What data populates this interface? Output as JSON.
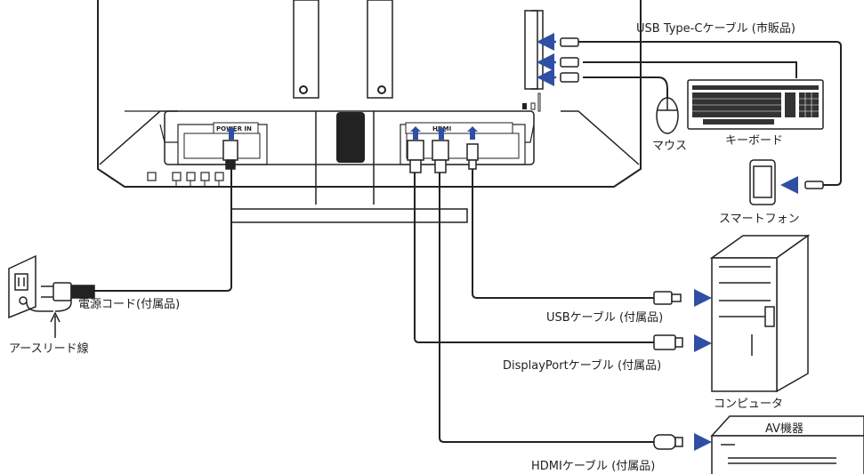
{
  "labels": {
    "usb_type_c_cable": "USB Type-Cケーブル (市販品)",
    "mouse": "マウス",
    "keyboard": "キーボード",
    "smartphone": "スマートフォン",
    "power_cord": "電源コード(付属品)",
    "earth_lead": "アースリード線",
    "usb_cable": "USBケーブル (付属品)",
    "displayport_cable": "DisplayPortケーブル (付属品)",
    "computer": "コンピュータ",
    "hdmi_cable": "HDMIケーブル (付属品)",
    "av_device": "AV機器"
  },
  "port_labels": {
    "power_in": "POWER IN",
    "hdmi": "HDMI"
  },
  "colors": {
    "line": "#222222",
    "arrow": "#2e4fa3",
    "background": "#ffffff"
  }
}
